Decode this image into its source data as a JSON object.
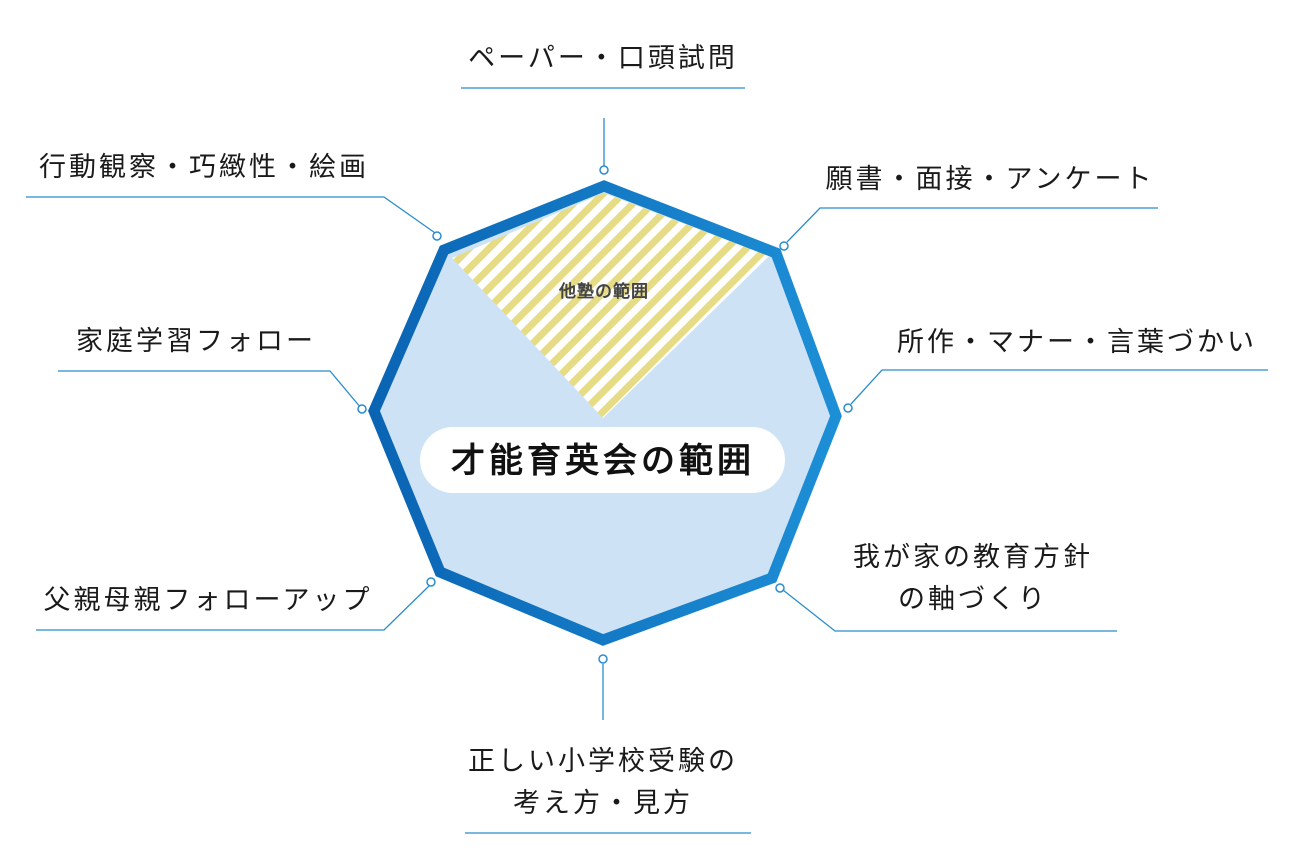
{
  "center": {
    "title": "才能育英会の範囲"
  },
  "other_area": {
    "label": "他塾の範囲"
  },
  "items": [
    {
      "id": "top",
      "lines": [
        "ペーパー・口頭試問"
      ]
    },
    {
      "id": "top-right",
      "lines": [
        "願書・面接・アンケート"
      ]
    },
    {
      "id": "right",
      "lines": [
        "所作・マナー・言葉づかい"
      ]
    },
    {
      "id": "bottom-right",
      "lines": [
        "我が家の教育方針",
        "の軸づくり"
      ]
    },
    {
      "id": "bottom",
      "lines": [
        "正しい小学校受験の",
        "考え方・見方"
      ]
    },
    {
      "id": "bottom-left",
      "lines": [
        "父親母親フォローアップ"
      ]
    },
    {
      "id": "left",
      "lines": [
        "家庭学習フォロー"
      ]
    },
    {
      "id": "top-left",
      "lines": [
        "行動観察・巧緻性・絵画"
      ]
    }
  ],
  "colors": {
    "octagon_fill": "#cde3f5",
    "octagon_stroke": "#0a73c1",
    "connector": "#2b8ccc",
    "stripe_yellow": "#e6dc86",
    "center_pill": "#ffffff"
  }
}
